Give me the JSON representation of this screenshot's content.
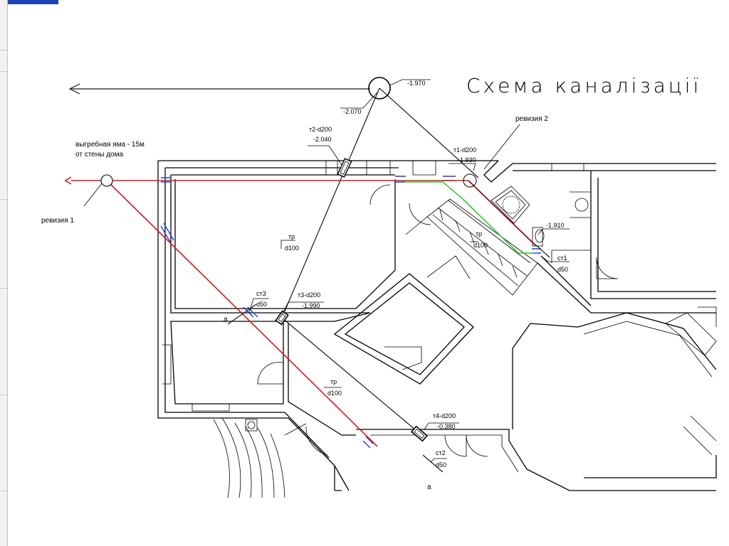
{
  "title": "Схема каналізації",
  "labels": {
    "pit": "выгребная яма - 15м",
    "pit2": "от стены дома",
    "rev1": "ревизия 1",
    "rev2": "ревизия 2",
    "elev_top": "-1.970",
    "elev_top2": "-2.070",
    "m2": "т2-d200",
    "m2_elev": "-2.040",
    "m1": "т1-d200",
    "m1_elev": "-1.930",
    "ctr1_elev": "-1.910",
    "ct1": "ст1",
    "ct1_d": "d50",
    "m3": "т3-d200",
    "m3_elev": "-1.990",
    "ct3": "ст3",
    "ct3_d": "d50",
    "m4": "т4-d200",
    "m4_elev": "-0.380",
    "ct2": "ст2",
    "ct2_d": "d50",
    "tp1": "тр",
    "tp1_d": "d100",
    "tp2": "тр",
    "tp2_d": "d100",
    "tp3": "тр",
    "tp3_d": "d100",
    "a1": "а",
    "a2": "а"
  },
  "colors": {
    "sewer_main": "#d81818",
    "drain_green": "#2ecc2e",
    "window_blue": "#1f3fd6"
  }
}
